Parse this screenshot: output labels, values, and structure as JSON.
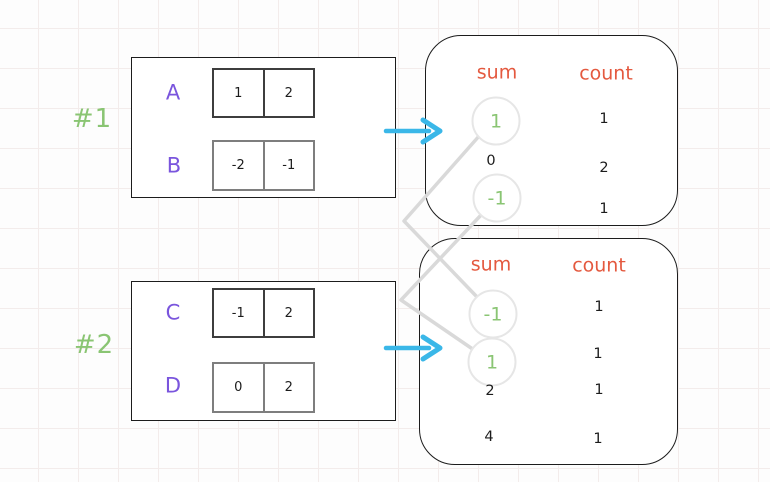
{
  "colors": {
    "green": "#8ac573",
    "purple": "#7a55dd",
    "orange": "#e4593f",
    "cyan": "#3ab7e8",
    "connector": "#d9d9d9",
    "circle_stroke": "#e6e6e6",
    "ink": "#1c1c1c",
    "grid": "#f3eceb"
  },
  "example1": {
    "label": "#1",
    "arrays": [
      {
        "name": "A",
        "values": [
          "1",
          "2"
        ]
      },
      {
        "name": "B",
        "values": [
          "-2",
          "-1"
        ]
      }
    ],
    "result": {
      "headers": {
        "sum": "sum",
        "count": "count"
      },
      "rows": [
        {
          "sum": "1",
          "count": "1",
          "highlighted": true
        },
        {
          "sum": "0",
          "count": "2",
          "highlighted": false
        },
        {
          "sum": "-1",
          "count": "1",
          "highlighted": true
        }
      ]
    }
  },
  "example2": {
    "label": "#2",
    "arrays": [
      {
        "name": "C",
        "values": [
          "-1",
          "2"
        ]
      },
      {
        "name": "D",
        "values": [
          "0",
          "2"
        ]
      }
    ],
    "result": {
      "headers": {
        "sum": "sum",
        "count": "count"
      },
      "rows": [
        {
          "sum": "-1",
          "count": "1",
          "highlighted": true
        },
        {
          "sum": "1",
          "count": "1",
          "highlighted": true
        },
        {
          "sum": "2",
          "count": "1",
          "highlighted": false
        },
        {
          "sum": "4",
          "count": "1",
          "highlighted": false
        }
      ]
    }
  }
}
